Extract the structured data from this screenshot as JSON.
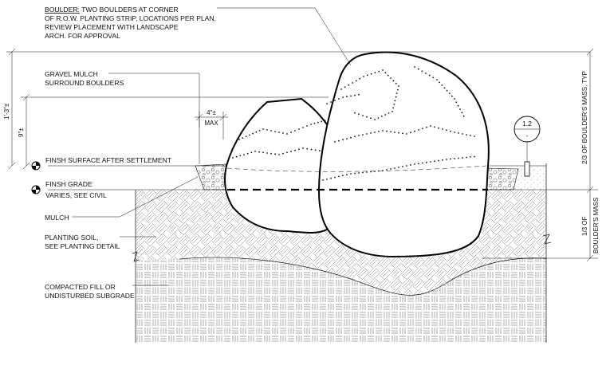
{
  "callouts": {
    "boulder_key": "BOULDER:",
    "boulder_l1": " TWO BOULDERS AT CORNER",
    "boulder_l2": "OF R.O.W. PLANTING STRIP, LOCATIONS PER PLAN,",
    "boulder_l3": "REVIEW PLACEMENT WITH LANDSCAPE",
    "boulder_l4": "ARCH. FOR APPROVAL",
    "gravel_l1": "GRAVEL MULCH",
    "gravel_l2": "SURROUND BOULDERS",
    "finish_surface": "FINSH SURFACE AFTER SETTLEMENT",
    "finish_grade": "FINSH GRADE",
    "varies": "VARIES, SEE CIVIL",
    "mulch": "MULCH",
    "soil_l1": "PLANTING SOIL,",
    "soil_l2": "SEE PLANTING DETAIL",
    "fill_l1": "COMPACTED FILL OR",
    "fill_l2": "UNDISTURBED SUBGRADE"
  },
  "dimensions": {
    "height_total": "1'-3\"±",
    "height_inner": "9\"±",
    "gap_top": "4\"±",
    "gap_bottom": "MAX",
    "mass_upper": "2/3 OF BOULDER'S MASS, TYP",
    "mass_lower_l1": "1/3 OF",
    "mass_lower_l2": "BOULDER'S MASS"
  },
  "detail_tag": {
    "number": "1.2",
    "sheet": "-"
  }
}
